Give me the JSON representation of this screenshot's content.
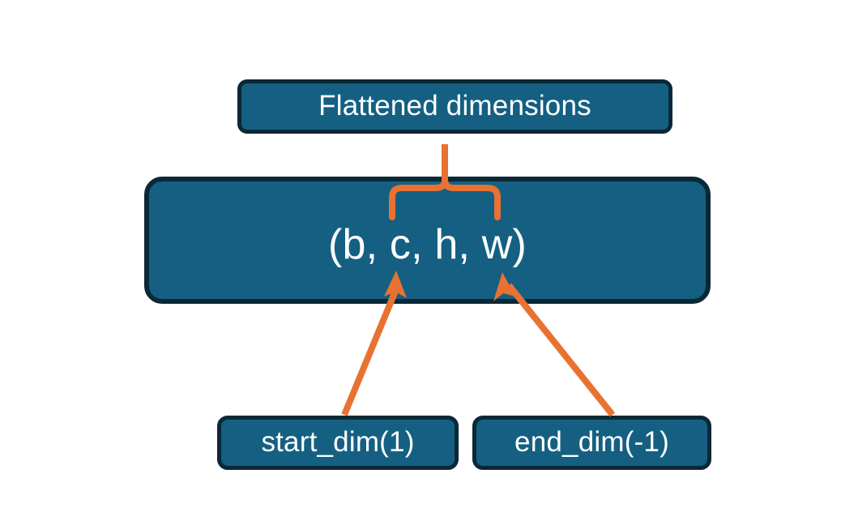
{
  "diagram": {
    "title_node": {
      "label": "Flattened dimensions",
      "name": "flattened-dimensions-box"
    },
    "shape_node": {
      "label": "(b, c, h, w)",
      "name": "tensor-shape-box",
      "dims": [
        "b",
        "c",
        "h",
        "w"
      ]
    },
    "start_node": {
      "label": "start_dim(1)",
      "name": "start-dim-box",
      "value": 1
    },
    "end_node": {
      "label": "end_dim(-1)",
      "name": "end-dim-box",
      "value": -1
    },
    "connectors": {
      "brace": {
        "name": "curly-brace-connector",
        "covers": [
          "c",
          "h",
          "w"
        ],
        "points_to": "Flattened dimensions"
      },
      "start_arrow": {
        "name": "start-dim-arrow",
        "from": "start_dim(1)",
        "to": "c"
      },
      "end_arrow": {
        "name": "end-dim-arrow",
        "from": "end_dim(-1)",
        "to": "w"
      }
    },
    "colors": {
      "box_fill": "#156082",
      "box_border": "#0a2836",
      "box_text": "#ffffff",
      "connector": "#e97132",
      "background": "#ffffff"
    }
  }
}
